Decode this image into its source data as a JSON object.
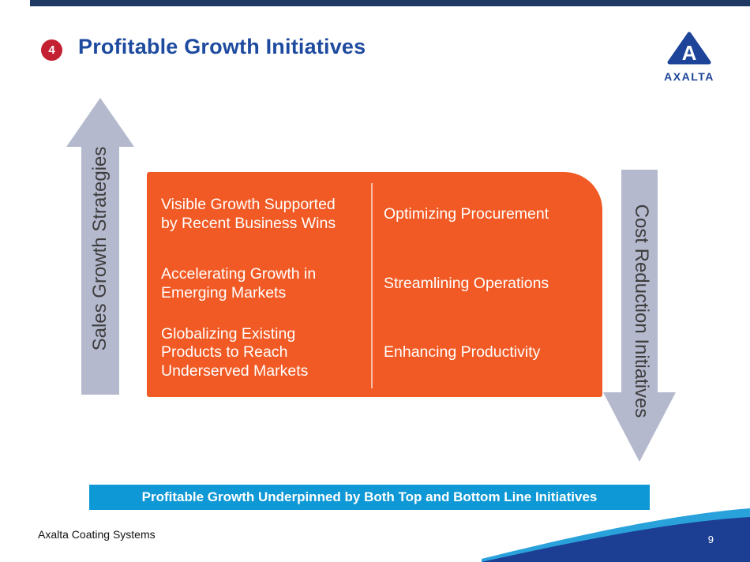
{
  "header": {
    "badge": "4",
    "title": "Profitable Growth Initiatives"
  },
  "logo": {
    "letter": "A",
    "brand": "AXALTA"
  },
  "arrows": {
    "left_label": "Sales Growth Strategies",
    "right_label": "Cost Reduction Initiatives"
  },
  "box": {
    "left_items": [
      "Visible Growth Supported\nby Recent Business Wins",
      "Accelerating Growth in\nEmerging Markets",
      "Globalizing Existing\nProducts to Reach\nUnderserved Markets"
    ],
    "right_items": [
      "Optimizing Procurement",
      "Streamlining Operations",
      "Enhancing Productivity"
    ]
  },
  "banner": {
    "text": "Profitable Growth Underpinned by Both Top and Bottom Line Initiatives"
  },
  "footer": {
    "company": "Axalta Coating Systems",
    "page_number": "9"
  },
  "colors": {
    "accent_orange": "#F15A24",
    "title_blue": "#1E4B9F",
    "banner_blue": "#0E98D5",
    "arrow_gray": "#B5B9CD",
    "badge_red": "#C32032",
    "top_bar_navy": "#1F3864",
    "swoosh_dark_blue": "#1C3F94",
    "swoosh_light_blue": "#29A2DB"
  }
}
